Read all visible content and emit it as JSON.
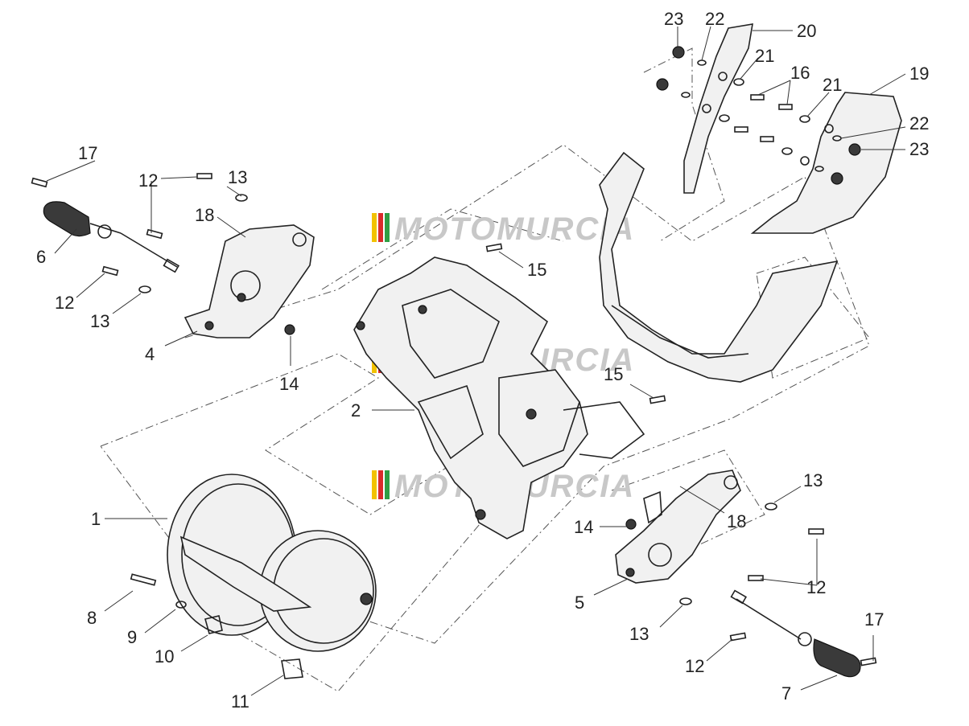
{
  "watermark": {
    "text": "MOTOMURCIA",
    "stripe_colors": [
      "#f2c200",
      "#d92b2b",
      "#2f9e44"
    ]
  },
  "callouts": [
    {
      "id": "c1",
      "label": "1"
    },
    {
      "id": "c2",
      "label": "2"
    },
    {
      "id": "c4",
      "label": "4"
    },
    {
      "id": "c5",
      "label": "5"
    },
    {
      "id": "c6",
      "label": "6"
    },
    {
      "id": "c7",
      "label": "7"
    },
    {
      "id": "c8",
      "label": "8"
    },
    {
      "id": "c9",
      "label": "9"
    },
    {
      "id": "c10",
      "label": "10"
    },
    {
      "id": "c11",
      "label": "11"
    },
    {
      "id": "c12a",
      "label": "12"
    },
    {
      "id": "c12b",
      "label": "12"
    },
    {
      "id": "c12c",
      "label": "12"
    },
    {
      "id": "c12d",
      "label": "12"
    },
    {
      "id": "c13a",
      "label": "13"
    },
    {
      "id": "c13b",
      "label": "13"
    },
    {
      "id": "c13c",
      "label": "13"
    },
    {
      "id": "c13d",
      "label": "13"
    },
    {
      "id": "c14a",
      "label": "14"
    },
    {
      "id": "c14b",
      "label": "14"
    },
    {
      "id": "c15a",
      "label": "15"
    },
    {
      "id": "c15b",
      "label": "15"
    },
    {
      "id": "c16",
      "label": "16"
    },
    {
      "id": "c17a",
      "label": "17"
    },
    {
      "id": "c17b",
      "label": "17"
    },
    {
      "id": "c18a",
      "label": "18"
    },
    {
      "id": "c18b",
      "label": "18"
    },
    {
      "id": "c19",
      "label": "19"
    },
    {
      "id": "c20",
      "label": "20"
    },
    {
      "id": "c21a",
      "label": "21"
    },
    {
      "id": "c21b",
      "label": "21"
    },
    {
      "id": "c22a",
      "label": "22"
    },
    {
      "id": "c22b",
      "label": "22"
    },
    {
      "id": "c23a",
      "label": "23"
    },
    {
      "id": "c23b",
      "label": "23"
    }
  ]
}
